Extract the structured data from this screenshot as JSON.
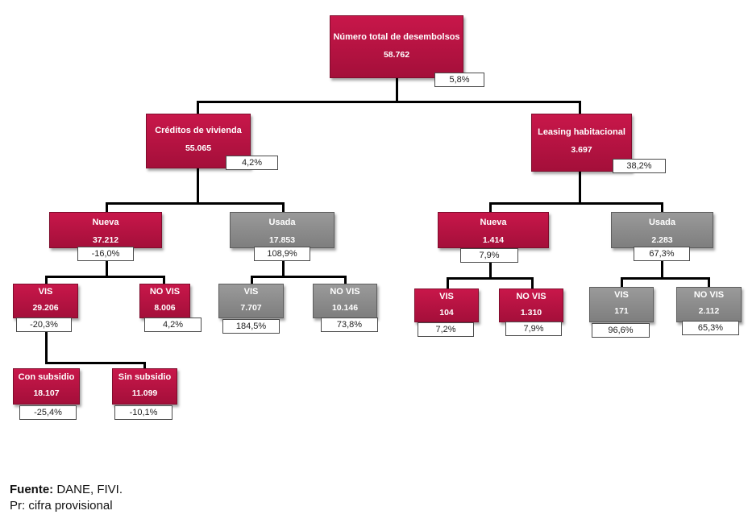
{
  "root": {
    "title": "Número total de desembolsos",
    "value": "58.762",
    "pct": "5,8%"
  },
  "creditos": {
    "title": "Créditos de vivienda",
    "value": "55.065",
    "pct": "4,2%"
  },
  "leasing": {
    "title": "Leasing habitacional",
    "value": "3.697",
    "pct": "38,2%"
  },
  "creditos_nueva": {
    "title": "Nueva",
    "value": "37.212",
    "pct": "-16,0%"
  },
  "creditos_usada": {
    "title": "Usada",
    "value": "17.853",
    "pct": "108,9%"
  },
  "leasing_nueva": {
    "title": "Nueva",
    "value": "1.414",
    "pct": "7,9%"
  },
  "leasing_usada": {
    "title": "Usada",
    "value": "2.283",
    "pct": "67,3%"
  },
  "cn_vis": {
    "title": "VIS",
    "value": "29.206",
    "pct": "-20,3%"
  },
  "cn_novis": {
    "title": "NO VIS",
    "value": "8.006",
    "pct": "4,2%"
  },
  "cu_vis": {
    "title": "VIS",
    "value": "7.707",
    "pct": "184,5%"
  },
  "cu_novis": {
    "title": "NO VIS",
    "value": "10.146",
    "pct": "73,8%"
  },
  "ln_vis": {
    "title": "VIS",
    "value": "104",
    "pct": "7,2%"
  },
  "ln_novis": {
    "title": "NO VIS",
    "value": "1.310",
    "pct": "7,9%"
  },
  "lu_vis": {
    "title": "VIS",
    "value": "171",
    "pct": "96,6%"
  },
  "lu_novis": {
    "title": "NO VIS",
    "value": "2.112",
    "pct": "65,3%"
  },
  "con_subsidio": {
    "title": "Con subsidio",
    "value": "18.107",
    "pct": "-25,4%"
  },
  "sin_subsidio": {
    "title": "Sin subsidio",
    "value": "11.099",
    "pct": "-10,1%"
  },
  "footer": {
    "source_label": "Fuente:",
    "source_text": " DANE, FIVI.",
    "note": "Pr: cifra provisional"
  },
  "colors": {
    "red_box": "#b3123f",
    "gray_box": "#8a8a8a",
    "connector": "#000000"
  }
}
